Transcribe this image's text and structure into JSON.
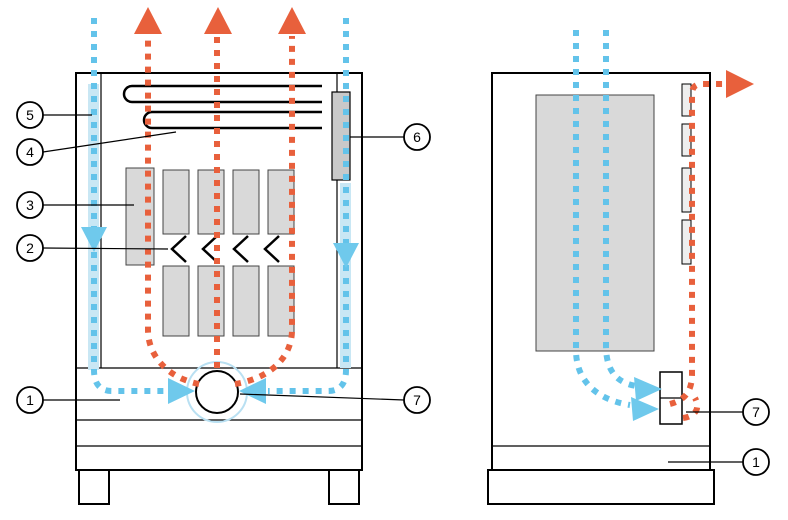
{
  "figure": {
    "type": "cabinet-airflow-diagram",
    "views": [
      "front",
      "side"
    ],
    "callouts": {
      "c1": "1",
      "c2": "2",
      "c3": "3",
      "c4": "4",
      "c5": "5",
      "c6": "6",
      "c7": "7"
    },
    "colors": {
      "hot_air": "#e8603c",
      "cool_air": "#63c3ea",
      "cool_air_strip": "#c9e7f4",
      "module_fill": "#d9d9d9",
      "outline": "#000000"
    },
    "icons": {
      "hot_air_up_arrow": "triangle-up",
      "hot_air_exit_arrow": "triangle-right",
      "cool_air_down_arrow": "triangle-down",
      "cool_air_inflow_arrow": "triangle-inward"
    }
  }
}
